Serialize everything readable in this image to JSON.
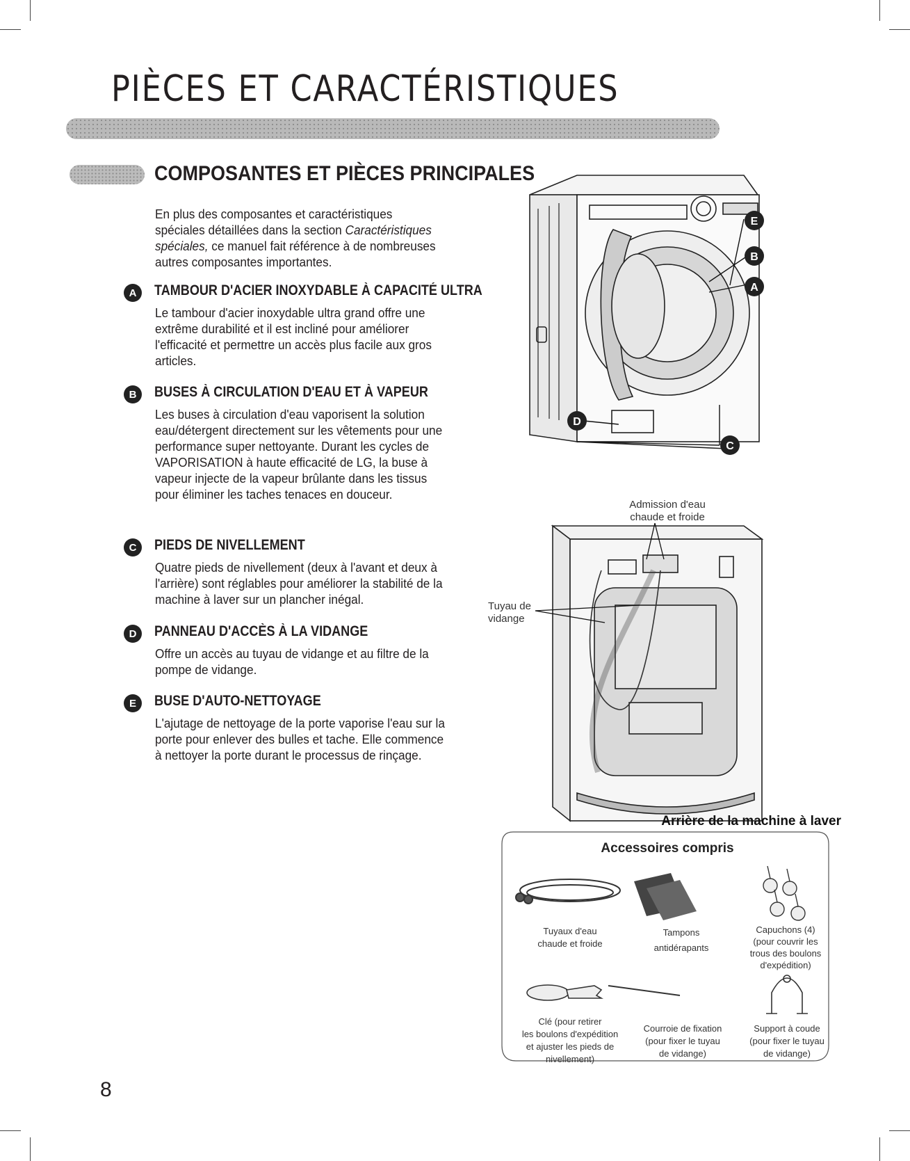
{
  "page": {
    "title": "PIÈCES ET CARACTÉRISTIQUES",
    "section_title": "COMPOSANTES ET PIÈCES PRINCIPALES",
    "page_number": "8"
  },
  "intro": {
    "before": "En plus des composantes et caractéristiques spéciales détaillées dans la section ",
    "italic": "Caractéristiques spéciales,",
    "after": " ce manuel fait référence à de nombreuses autres composantes importantes."
  },
  "features": [
    {
      "letter": "A",
      "title": "TAMBOUR D'ACIER INOXYDABLE À CAPACITÉ ULTRA",
      "description": "Le tambour d'acier inoxydable ultra grand offre une extrême durabilité et il est incliné pour améliorer l'efficacité et permettre un accès plus facile aux gros articles."
    },
    {
      "letter": "B",
      "title": "BUSES À CIRCULATION D'EAU ET À VAPEUR",
      "description": "Les buses à circulation d'eau vaporisent la solution eau/détergent directement sur les vêtements pour une performance super nettoyante. Durant les cycles de VAPORISATION à haute efficacité de LG, la buse à vapeur injecte de la vapeur brûlante dans les tissus pour éliminer les taches tenaces en douceur."
    },
    {
      "letter": "C",
      "title": "PIEDS DE NIVELLEMENT",
      "description": "Quatre pieds de nivellement (deux à l'avant et deux à l'arrière) sont réglables pour améliorer la stabilité de la machine à laver sur un plancher inégal."
    },
    {
      "letter": "D",
      "title": "PANNEAU D'ACCÈS À LA VIDANGE",
      "description": "Offre un accès au tuyau de vidange et au filtre de la pompe de vidange."
    },
    {
      "letter": "E",
      "title": "BUSE D'AUTO-NETTOYAGE",
      "description": "L'ajutage de nettoyage de la porte vaporise l'eau sur la porte pour enlever des bulles et tache. Elle commence à nettoyer la porte durant le processus de rinçage."
    }
  ],
  "front_callouts": [
    "E",
    "B",
    "A",
    "D",
    "C"
  ],
  "rear": {
    "inlet_label": [
      "Admission d'eau",
      "chaude et froide"
    ],
    "drain_label": [
      "Tuyau de",
      "vidange"
    ],
    "caption": "Arrière de la machine à laver"
  },
  "accessories": {
    "title": "Accessoires compris",
    "hoses": [
      "Tuyaux d'eau",
      "chaude et froide"
    ],
    "pads": [
      "Tampons",
      "antidérapants"
    ],
    "caps": [
      "Capuchons (4)",
      "(pour couvrir les",
      "trous des boulons",
      "d'expédition)"
    ],
    "wrench": [
      "Clé (pour retirer",
      "les boulons d'expédition",
      "et ajuster les pieds de",
      "nivellement)"
    ],
    "strap": [
      "Courroie de fixation",
      "(pour fixer le tuyau",
      "de vidange)"
    ],
    "elbow": [
      "Support à coude",
      "(pour fixer le tuyau",
      "de vidange)"
    ]
  }
}
